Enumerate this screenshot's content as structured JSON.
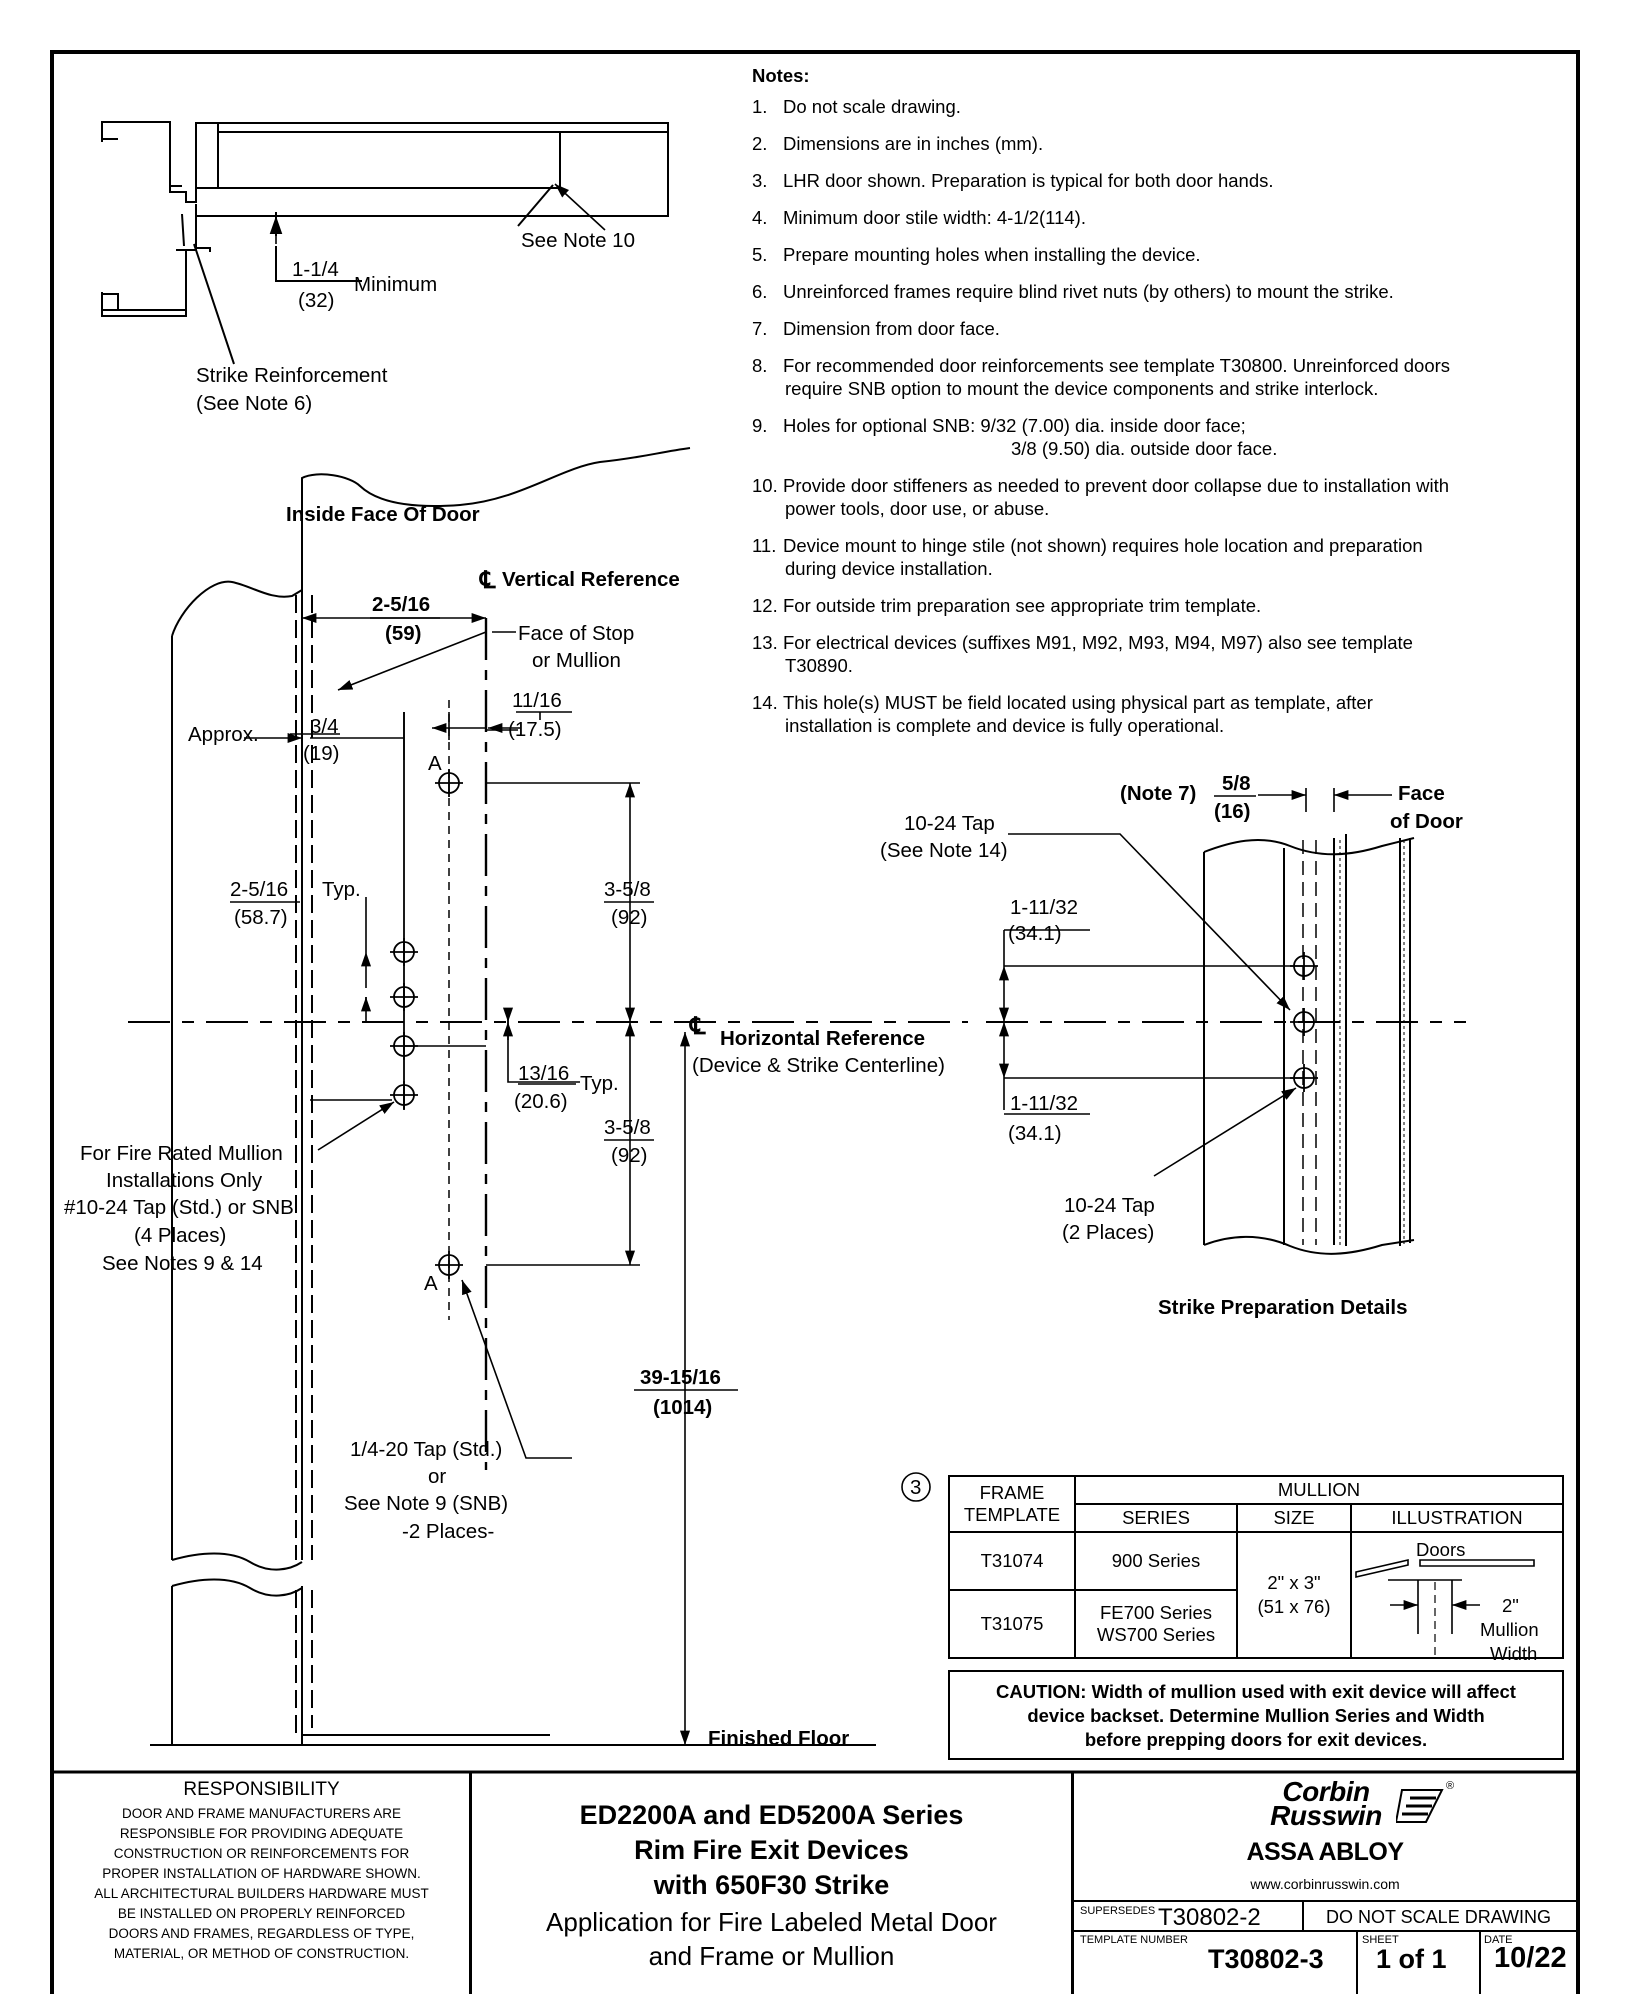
{
  "notes": {
    "header": "Notes:",
    "items": [
      {
        "num": "1.",
        "lines": [
          "Do not scale drawing."
        ]
      },
      {
        "num": "2.",
        "lines": [
          "Dimensions are in inches (mm)."
        ]
      },
      {
        "num": "3.",
        "lines": [
          "LHR door shown. Preparation is typical for both door hands."
        ]
      },
      {
        "num": "4.",
        "lines": [
          "Minimum door stile width: 4-1/2(114)."
        ]
      },
      {
        "num": "5.",
        "lines": [
          "Prepare mounting holes when installing the device."
        ]
      },
      {
        "num": "6.",
        "lines": [
          "Unreinforced frames require blind rivet nuts (by others) to mount the strike."
        ]
      },
      {
        "num": "7.",
        "lines": [
          "Dimension from door face."
        ]
      },
      {
        "num": "8.",
        "lines": [
          "For recommended door reinforcements see template T30800. Unreinforced doors",
          "require SNB option to mount the device components and strike interlock."
        ]
      },
      {
        "num": "9.",
        "lines": [
          "Holes for optional SNB:  9/32 (7.00) dia. inside door face;",
          "3/8 (9.50) dia. outside door face."
        ]
      },
      {
        "num": "10.",
        "lines": [
          "Provide door stiffeners as needed to prevent door collapse due to installation with",
          "power tools, door use, or abuse."
        ]
      },
      {
        "num": "11.",
        "lines": [
          "Device mount to hinge stile (not shown) requires hole location and preparation",
          "during device installation."
        ]
      },
      {
        "num": "12.",
        "lines": [
          "For outside trim preparation see appropriate trim template."
        ]
      },
      {
        "num": "13.",
        "lines": [
          "For electrical devices (suffixes M91, M92, M93, M94, M97) also see template",
          "T30890."
        ]
      },
      {
        "num": "14.",
        "lines": [
          "This hole(s) MUST be field located using physical part as template, after",
          "installation is complete and device is fully operational."
        ]
      }
    ]
  },
  "section": {
    "see_note_10": "See Note 10",
    "min_frac": "1-1/4",
    "min_mm": "(32)",
    "minimum": "Minimum",
    "strike_reinf_1": "Strike Reinforcement",
    "strike_reinf_2": "(See Note 6)"
  },
  "elevation": {
    "inside_face": "Inside Face Of Door",
    "vert_ref": "Vertical Reference",
    "cl_symbol": "℄",
    "d_2516": "2-5/16",
    "d_59": "(59)",
    "face_stop_1": "Face of Stop",
    "face_stop_2": "or Mullion",
    "d_1116": "11/16",
    "d_175": "(17.5)",
    "approx": "Approx.",
    "d_34": "3/4",
    "d_19": "(19)",
    "label_a": "A",
    "d_2516b": "2-5/16",
    "d_587": "(58.7)",
    "typ": "Typ.",
    "d_358": "3-5/8",
    "d_92": "(92)",
    "horiz_ref": "Horizontal Reference",
    "device_cl": "(Device & Strike Centerline)",
    "d_1316": "13/16",
    "d_206": "(20.6)",
    "typ2": "Typ.",
    "d_358b": "3-5/8",
    "d_92b": "(92)",
    "fire_1": "For Fire Rated Mullion",
    "fire_2": "Installations Only",
    "fire_3": "#10-24 Tap (Std.) or SNB",
    "fire_4": "(4 Places)",
    "fire_5": "See Notes 9 & 14",
    "d_3915": "39-15/16",
    "d_1014": "(1014)",
    "tap_1": "1/4-20 Tap (Std.)",
    "tap_2": "or",
    "tap_3": "See Note 9 (SNB)",
    "tap_4": "-2 Places-",
    "finished_floor": "Finished Floor"
  },
  "strike_detail": {
    "note7": "(Note 7)",
    "d_58": "5/8",
    "d_16": "(16)",
    "face_1": "Face",
    "face_2": "of Door",
    "tap_top_1": "10-24 Tap",
    "tap_top_2": "(See Note 14)",
    "d_11132a": "1-11/32",
    "d_341a": "(34.1)",
    "d_11132b": "1-11/32",
    "d_341b": "(34.1)",
    "tap_bot_1": "10-24 Tap",
    "tap_bot_2": "(2 Places)",
    "caption": "Strike Preparation Details"
  },
  "mullion_table": {
    "marker": "3",
    "h_frame_1": "FRAME",
    "h_frame_2": "TEMPLATE",
    "h_mullion": "MULLION",
    "h_series": "SERIES",
    "h_size": "SIZE",
    "h_illustration": "ILLUSTRATION",
    "rows": [
      {
        "template": "T31074",
        "series": [
          "900 Series"
        ]
      },
      {
        "template": "T31075",
        "series": [
          "FE700 Series",
          "WS700 Series"
        ]
      }
    ],
    "size_1": "2\" x 3\"",
    "size_2": "(51 x 76)",
    "ill_doors": "Doors",
    "ill_w1": "2\"",
    "ill_w2": "Mullion",
    "ill_w3": "Width",
    "caution_1": "CAUTION: Width of mullion used with exit device will affect",
    "caution_2": "device backset. Determine Mullion Series and Width",
    "caution_3": "before prepping doors for exit devices."
  },
  "title_block": {
    "resp_header": "RESPONSIBILITY",
    "resp_lines": [
      "DOOR AND FRAME MANUFACTURERS ARE",
      "RESPONSIBLE FOR PROVIDING ADEQUATE",
      "CONSTRUCTION OR REINFORCEMENTS FOR",
      "PROPER INSTALLATION OF HARDWARE SHOWN.",
      "ALL ARCHITECTURAL BUILDERS HARDWARE MUST",
      "BE INSTALLED ON PROPERLY REINFORCED",
      "DOORS AND FRAMES, REGARDLESS OF TYPE,",
      "MATERIAL, OR METHOD OF CONSTRUCTION."
    ],
    "title_1": "ED2200A and ED5200A Series",
    "title_2": "Rim Fire Exit Devices",
    "title_3": "with 650F30 Strike",
    "sub_1": "Application for Fire Labeled Metal Door",
    "sub_2": "and Frame or Mullion",
    "brand_1": "Corbin",
    "brand_2": "Russwin",
    "reg": "®",
    "parent": "ASSA ABLOY",
    "url": "www.corbinrusswin.com",
    "supersedes_label": "SUPERSEDES",
    "supersedes": "T30802-2",
    "do_not_scale": "DO NOT SCALE DRAWING",
    "template_label": "TEMPLATE NUMBER",
    "template_number": "T30802-3",
    "sheet_label": "SHEET",
    "sheet": "1 of 1",
    "date_label": "DATE",
    "date": "10/22"
  }
}
